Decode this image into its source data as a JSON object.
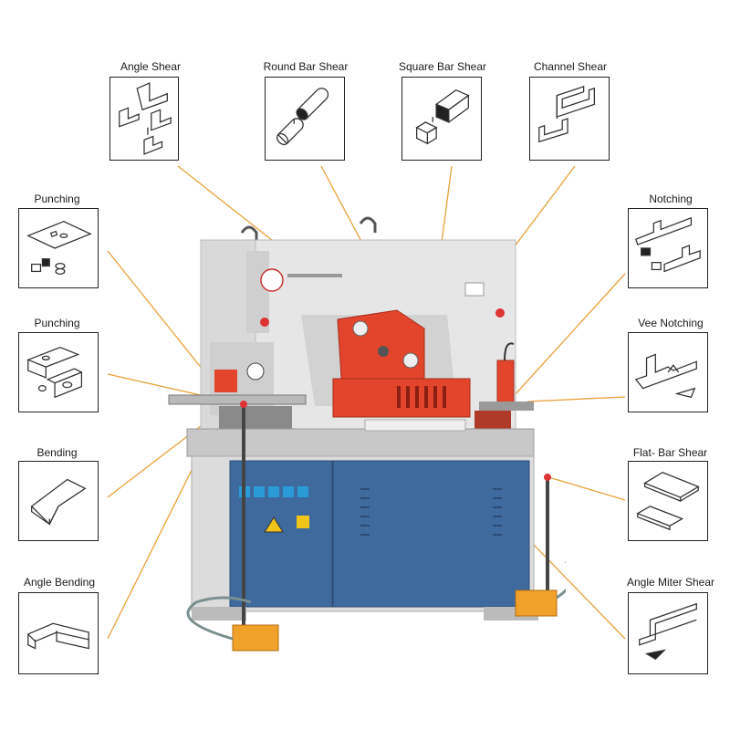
{
  "labels": {
    "angle_shear": "Angle Shear",
    "round_bar_shear": "Round Bar Shear",
    "square_bar_shear": "Square Bar Shear",
    "channel_shear": "Channel Shear",
    "punching_top": "Punching",
    "punching_mid": "Punching",
    "bending": "Bending",
    "angle_bending": "Angle Bending",
    "notching": "Notching",
    "vee_notching": "Vee Notching",
    "flat_bar_shear": "Flat- Bar Shear",
    "angle_miter_shear": "Angle Miter Shear"
  },
  "colors": {
    "leader_line": "#e8a23a",
    "machine_body": "#e6e6e6",
    "tool_head_red": "#e2452c",
    "cabinet_blue": "#3f6a9e",
    "foot_pedal": "#f0a12a"
  }
}
